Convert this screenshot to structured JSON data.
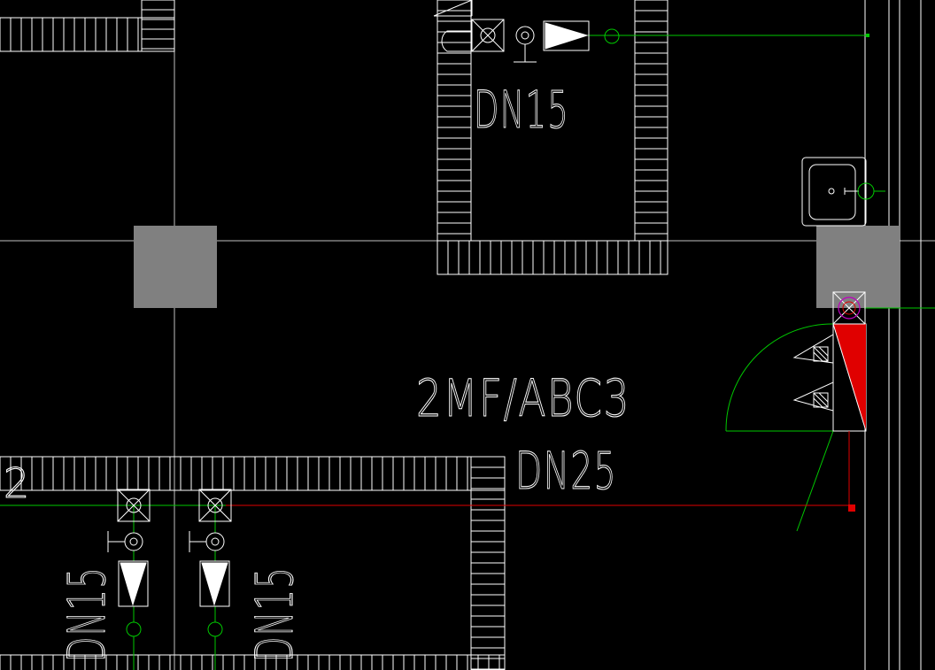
{
  "colors": {
    "background": "#000000",
    "line_white": "#ffffff",
    "line_green": "#00c800",
    "line_red": "#e00000",
    "column_gray": "#808080",
    "magenta": "#c000c0"
  },
  "labels": {
    "pipe_top": "DN15",
    "extinguisher": "2MF/ABC3",
    "pipe_main": "DN25",
    "pipe_left_a": "DN15",
    "pipe_left_b": "DN15",
    "grid_mark": "2"
  },
  "icons": {
    "valve": "gate-valve-icon",
    "check_valve": "check-valve-icon",
    "meter": "water-meter-icon",
    "faucet": "faucet-icon",
    "sink": "wash-basin-icon",
    "hydrant": "fire-hydrant-cabinet-icon"
  }
}
